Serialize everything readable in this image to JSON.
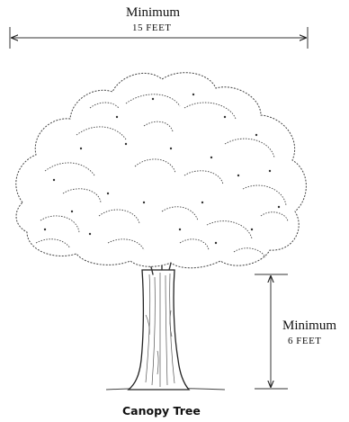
{
  "width_dimension": {
    "title": "Minimum",
    "value": "15 FEET"
  },
  "height_dimension": {
    "title": "Minimum",
    "value": "6 FEET"
  },
  "caption": "Canopy Tree"
}
